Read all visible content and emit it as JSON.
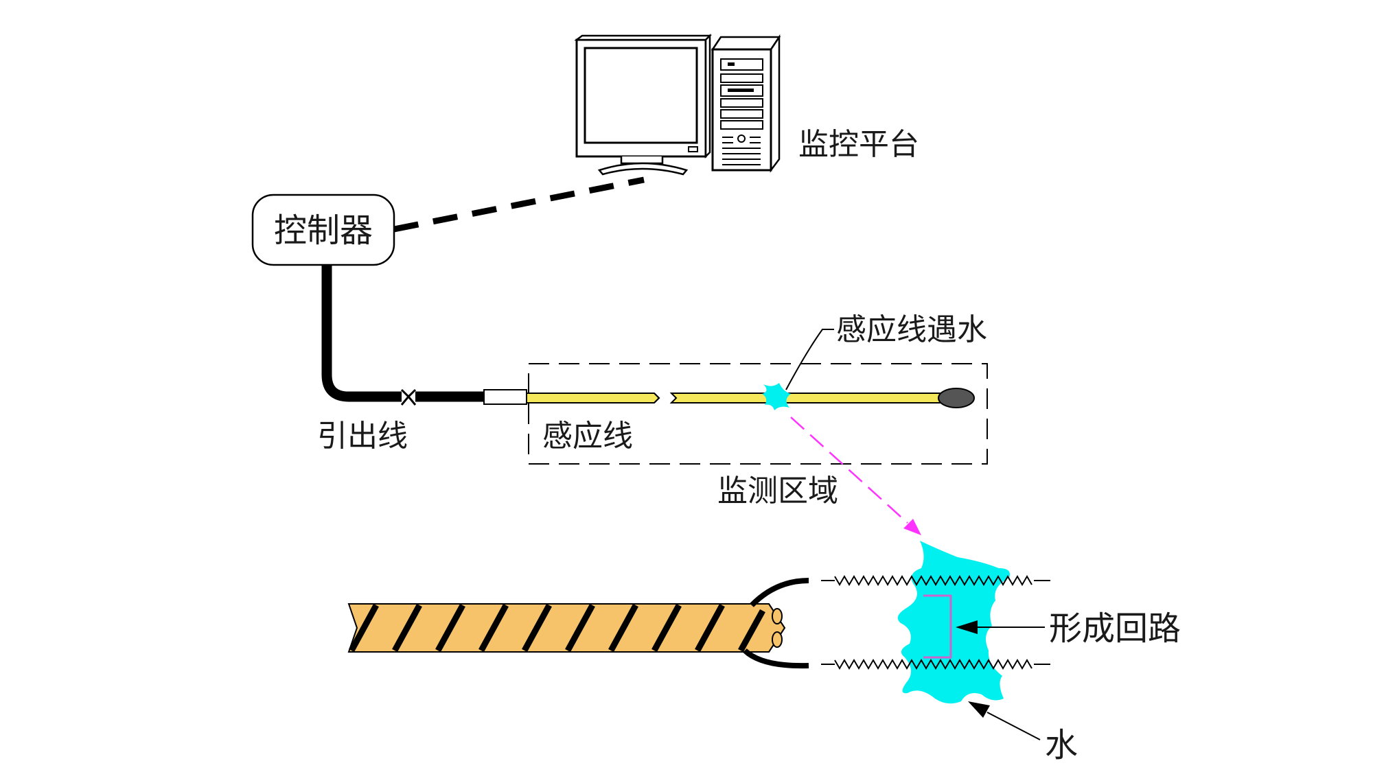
{
  "labels": {
    "monitoring_platform": "监控平台",
    "controller": "控制器",
    "lead_wire": "引出线",
    "sensing_wire": "感应线",
    "monitoring_area": "监测区域",
    "wire_meets_water": "感应线遇水",
    "forms_circuit": "形成回路",
    "water": "水"
  },
  "colors": {
    "sensing_wire": "#f5e85a",
    "water": "#00f0f0",
    "twisted_cable": "#f7c36a",
    "pointer_arrow": "#ff33ff",
    "circuit_bracket": "#cc66cc",
    "line": "#000000"
  }
}
